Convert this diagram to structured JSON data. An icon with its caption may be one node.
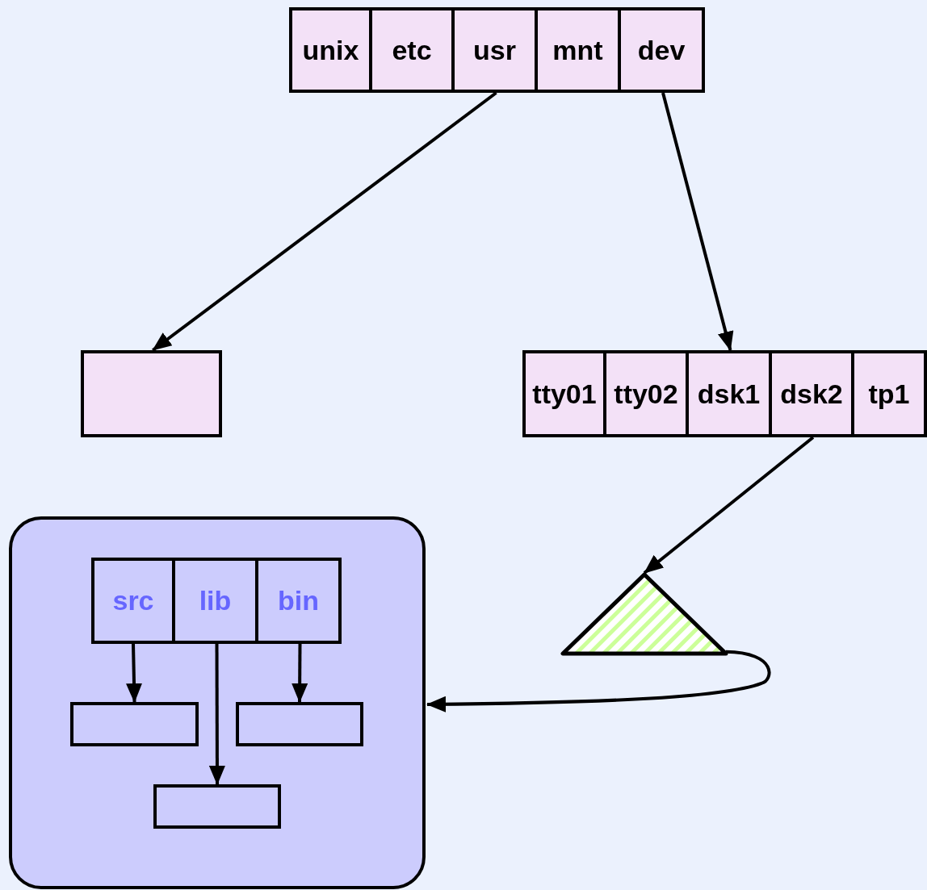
{
  "diagram": {
    "nodes": [
      {
        "text": [
          "unix"
        ]
      },
      {
        "text": [
          "etc"
        ]
      },
      {
        "text": [
          "usr"
        ]
      },
      {
        "text": [
          "mnt"
        ]
      },
      {
        "text": [
          "dev"
        ]
      },
      {
        "text": [],
        "shape": "box"
      },
      {
        "text": [
          "tty01"
        ]
      },
      {
        "text": [
          "tty02"
        ]
      },
      {
        "text": [
          "dsk1"
        ]
      },
      {
        "text": [
          "dsk2"
        ]
      },
      {
        "text": [
          "tp1"
        ]
      },
      {
        "text": [],
        "shape": "triangle"
      },
      {
        "text": [],
        "shape": "box"
      },
      {
        "text": [
          "src"
        ],
        "in": 12
      },
      {
        "text": [
          "lib"
        ],
        "in": 12
      },
      {
        "text": [
          "bin"
        ],
        "in": 12
      },
      {
        "text": [],
        "shape": "box",
        "in": 12
      },
      {
        "text": [],
        "shape": "box",
        "in": 12
      },
      {
        "text": [],
        "shape": "box",
        "in": 12
      }
    ],
    "edges": [
      {
        "from": 2,
        "to": 5,
        "arrow": "to"
      },
      {
        "from": 4,
        "to": 8,
        "arrow": "to"
      },
      {
        "from": 9,
        "to": 11,
        "arrow": "to"
      },
      {
        "from": 11,
        "to": 12,
        "arrow": "to"
      },
      {
        "from": 13,
        "to": 16,
        "arrow": "to"
      },
      {
        "from": 14,
        "to": 18,
        "arrow": "to"
      },
      {
        "from": 15,
        "to": 17,
        "arrow": "to"
      }
    ]
  }
}
